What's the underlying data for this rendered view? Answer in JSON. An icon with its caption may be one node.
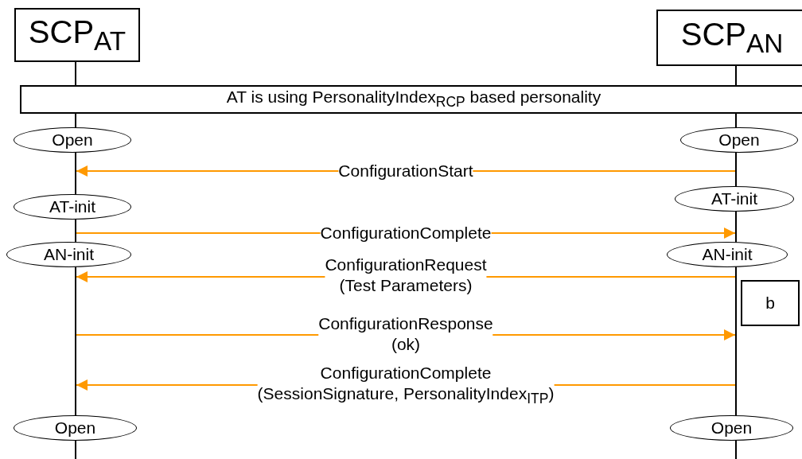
{
  "diagram": {
    "nodes": [
      {
        "text": [
          "SCP$_{AT}$"
        ]
      },
      {
        "text": [
          "SCP$_{AN}$"
        ]
      },
      {
        "text": [],
        "shape": "bar"
      },
      {
        "text": [],
        "shape": "bar"
      },
      {
        "text": [
          "AT is using PersonalityIndex$_{RCP}$ based personality"
        ]
      },
      {
        "text": [
          "Open"
        ]
      },
      {
        "text": [
          "Open"
        ]
      },
      {
        "text": [
          "AT-init"
        ]
      },
      {
        "text": [
          "AT-init"
        ]
      },
      {
        "text": [
          "AN-init"
        ]
      },
      {
        "text": [
          "AN-init"
        ]
      },
      {
        "text": [
          "b"
        ]
      },
      {
        "text": [
          "Open"
        ]
      },
      {
        "text": [
          "Open"
        ]
      }
    ],
    "edges": [
      {
        "from": 3,
        "to": 2,
        "arrow": "to",
        "label": "ConfigurationStart"
      },
      {
        "from": 2,
        "to": 3,
        "arrow": "to",
        "label": "ConfigurationComplete"
      },
      {
        "from": 3,
        "to": 2,
        "arrow": "to",
        "label": "ConfigurationRequest (Test Parameters)"
      },
      {
        "from": 2,
        "to": 3,
        "arrow": "to",
        "label": "ConfigurationResponse (ok)"
      },
      {
        "from": 3,
        "to": 2,
        "arrow": "to",
        "label": "ConfigurationComplete (SessionSignature, PersonalityIndex$_{ITP}$)"
      }
    ]
  }
}
